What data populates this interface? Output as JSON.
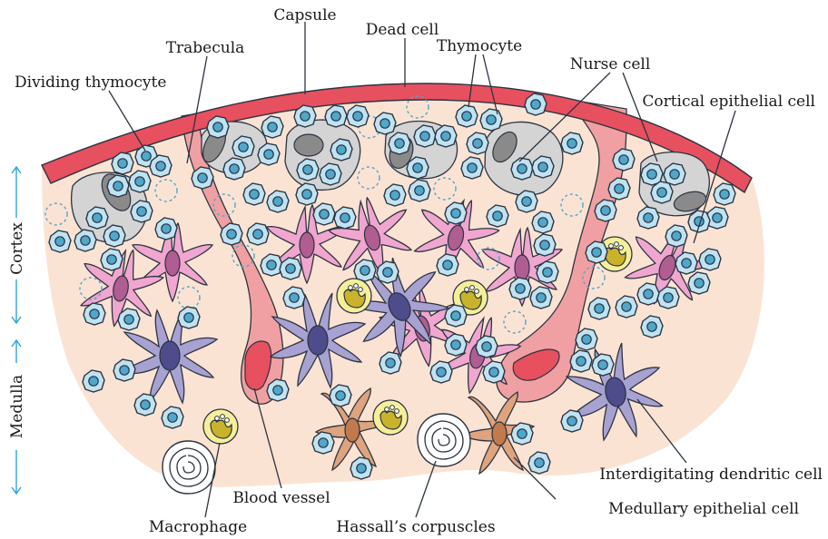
{
  "labels": {
    "capsule": "Capsule",
    "dead_cell": "Dead cell",
    "trabecula": "Trabecula",
    "thymocyte": "Thymocyte",
    "nurse_cell": "Nurse cell",
    "dividing_thymocyte": "Dividing thymocyte",
    "cortical_epithelial_cell": "Cortical epithelial cell",
    "interdigitating_dendritic_cell": "Interdigitating dendritic cell",
    "blood_vessel": "Blood vessel",
    "medullary_epithelial_cell": "Medullary epithelial cell",
    "macrophage": "Macrophage",
    "hassalls_corpuscles": "Hassall’s corpuscles"
  },
  "regions": {
    "cortex": "Cortex",
    "medulla": "Medulla"
  },
  "colors": {
    "tissue": "#fbe3d3",
    "capsule": "#e7505f",
    "trabecula": "#f0a0a2",
    "thymocyte": "#bfe3f3",
    "thymocyte_nucleus": "#4fa7cc",
    "cortical_epithelial": "#f0a6cf",
    "dendritic": "#a7a2d2",
    "medullary_epithelial": "#dfa37e",
    "macrophage": "#f5ef9a",
    "nurse_cell": "#d4d4d4",
    "arrow": "#2aa6dc"
  }
}
